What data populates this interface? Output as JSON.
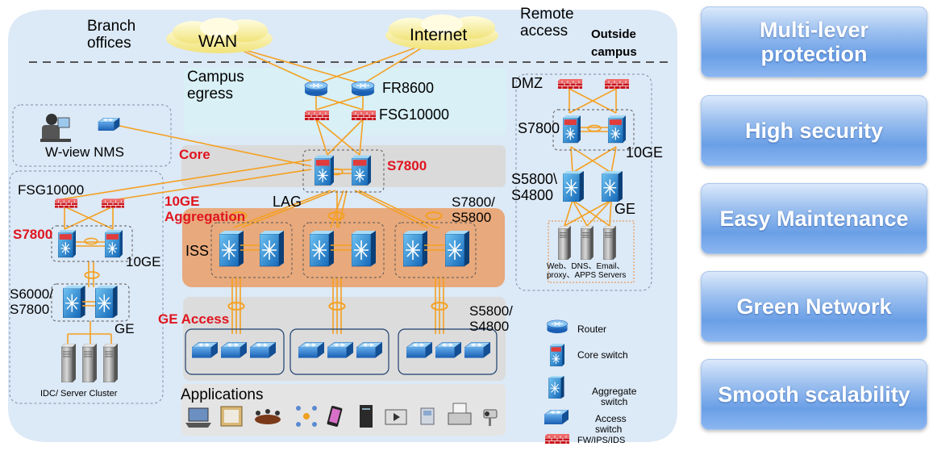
{
  "diagram": {
    "clouds": {
      "wan": "WAN",
      "internet": "Internet"
    },
    "labels": {
      "branch_offices": "Branch\noffices",
      "remote_access": "Remote\naccess",
      "outside_campus": "Outside\ncampus",
      "campus_egress": "Campus\negress",
      "fr8600": "FR8600",
      "fsg10000_top": "FSG10000",
      "dmz": "DMZ",
      "s7800_dmz": "S7800",
      "tenge_dmz": "10GE",
      "s5800_s4800_dmz": "S5800\\\nS4800",
      "ge_dmz": "GE",
      "servers_dmz": "Web、DNS、Email、\nproxy、APPS Servers",
      "wview": "W-view NMS",
      "core": "Core",
      "s7800_core": "S7800",
      "fsg10000_left": "FSG10000",
      "tenge_aggregation": "10GE\nAggregation",
      "lag": "LAG",
      "s7800_s5800": "S7800/\nS5800",
      "s7800_left": "S7800",
      "iss": "ISS",
      "tenge_left": "10GE",
      "s6000_s7800": "S6000/\nS7800",
      "ge_left": "GE",
      "ge_access": "GE Access",
      "s5800_s4800_access": "S5800/\nS4800",
      "idc": "IDC/ Server Cluster",
      "applications": "Applications"
    },
    "legend": {
      "router": "Router",
      "core_switch": "Core switch",
      "aggregate_switch": "Aggregate\nswitch",
      "access_switch": "Access\nswitch",
      "firewall": "FW/IPS/IDS"
    }
  },
  "features": [
    "Multi-lever\nprotection",
    "High security",
    "Easy Maintenance",
    "Green Network",
    "Smooth scalability"
  ],
  "colors": {
    "campus_bg": "#dce9f6",
    "egress_band": "#d8f0f6",
    "aggregation_band": "#e8a97c",
    "link_orange": "#f5a020",
    "feature_blue": "#6a9fe6",
    "label_red": "#e0141e"
  }
}
